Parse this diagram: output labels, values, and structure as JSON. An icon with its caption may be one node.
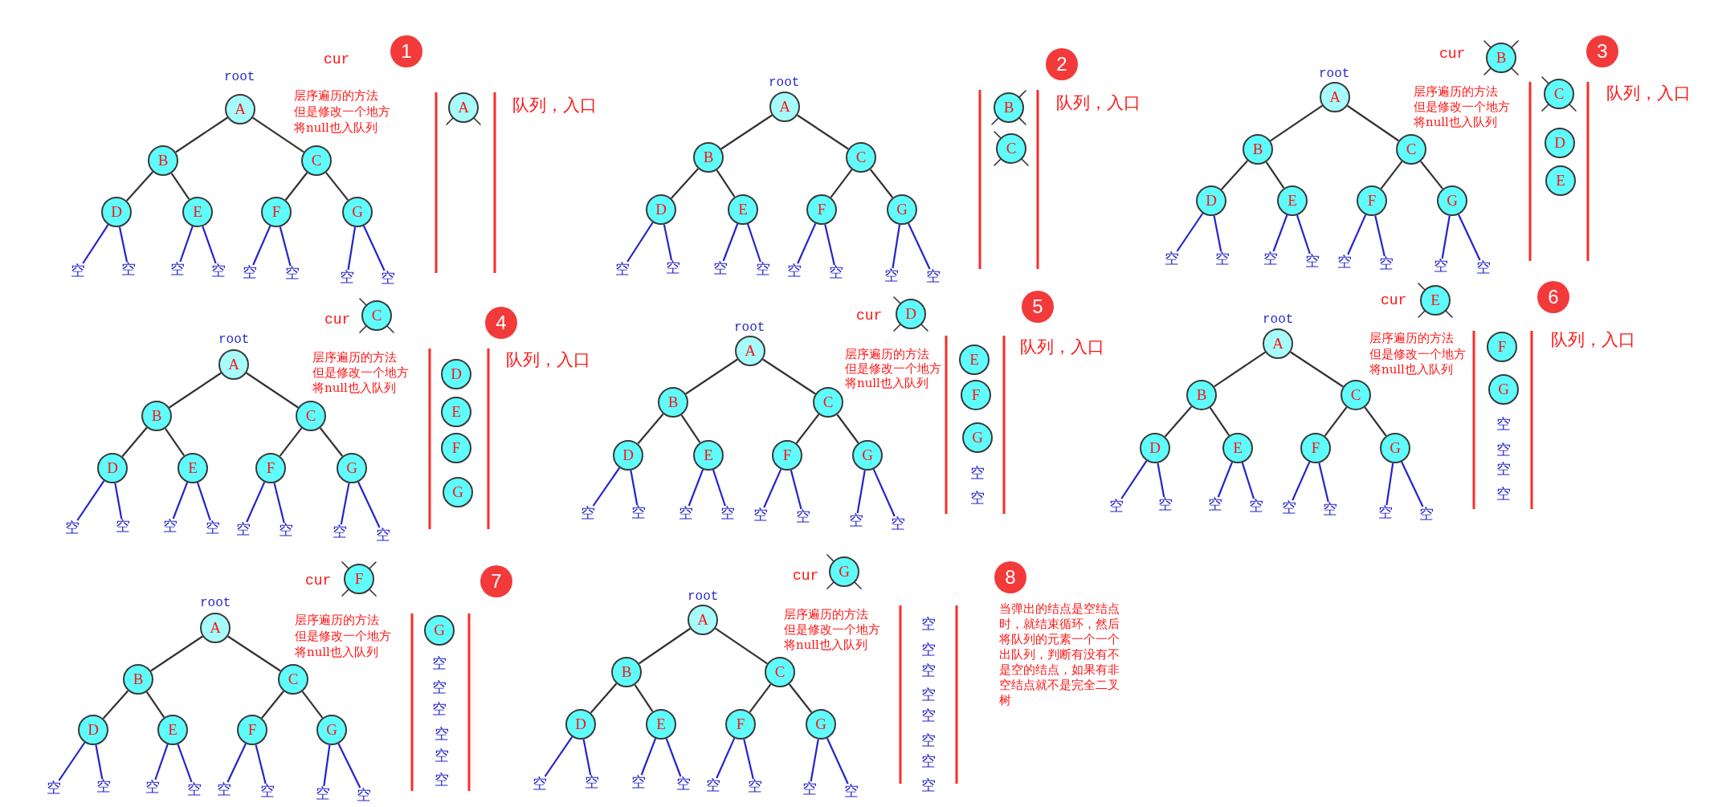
{
  "diagram": {
    "nodes": [
      {
        "text": [
          "1"
        ]
      },
      {
        "text": [
          "A"
        ],
        "beside": [
          "root"
        ]
      },
      {
        "text": [
          "B"
        ]
      },
      {
        "text": [
          "C"
        ]
      },
      {
        "text": [
          "D"
        ]
      },
      {
        "text": [
          "E"
        ]
      },
      {
        "text": [
          "F"
        ]
      },
      {
        "text": [
          "G"
        ]
      },
      {
        "text": [
          "空"
        ]
      },
      {
        "text": [
          "空"
        ]
      },
      {
        "text": [
          "空"
        ]
      },
      {
        "text": [
          "空"
        ]
      },
      {
        "text": [
          "空"
        ]
      },
      {
        "text": [
          "空"
        ]
      },
      {
        "text": [
          "空"
        ]
      },
      {
        "text": [
          "空"
        ]
      },
      {
        "text": [
          "A"
        ]
      },
      {
        "text": [
          "2"
        ]
      },
      {
        "text": [
          "A"
        ],
        "beside": [
          "root"
        ]
      },
      {
        "text": [
          "B"
        ]
      },
      {
        "text": [
          "C"
        ]
      },
      {
        "text": [
          "D"
        ]
      },
      {
        "text": [
          "E"
        ]
      },
      {
        "text": [
          "F"
        ]
      },
      {
        "text": [
          "G"
        ]
      },
      {
        "text": [
          "空"
        ]
      },
      {
        "text": [
          "空"
        ]
      },
      {
        "text": [
          "空"
        ]
      },
      {
        "text": [
          "空"
        ]
      },
      {
        "text": [
          "空"
        ]
      },
      {
        "text": [
          "空"
        ]
      },
      {
        "text": [
          "空"
        ]
      },
      {
        "text": [
          "空"
        ]
      },
      {
        "text": [
          "B"
        ]
      },
      {
        "text": [
          "C"
        ]
      },
      {
        "text": [
          "3"
        ]
      },
      {
        "text": [
          "B"
        ],
        "beside": [
          "cur"
        ]
      },
      {
        "text": [
          "A"
        ],
        "beside": [
          "root"
        ]
      },
      {
        "text": [
          "B"
        ]
      },
      {
        "text": [
          "C"
        ]
      },
      {
        "text": [
          "D"
        ]
      },
      {
        "text": [
          "E"
        ]
      },
      {
        "text": [
          "F"
        ]
      },
      {
        "text": [
          "G"
        ]
      },
      {
        "text": [
          "空"
        ]
      },
      {
        "text": [
          "空"
        ]
      },
      {
        "text": [
          "空"
        ]
      },
      {
        "text": [
          "空"
        ]
      },
      {
        "text": [
          "空"
        ]
      },
      {
        "text": [
          "空"
        ]
      },
      {
        "text": [
          "空"
        ]
      },
      {
        "text": [
          "空"
        ]
      },
      {
        "text": [
          "C"
        ]
      },
      {
        "text": [
          "D"
        ]
      },
      {
        "text": [
          "E"
        ]
      },
      {
        "text": [
          "4"
        ]
      },
      {
        "text": [
          "C"
        ],
        "beside": [
          "cur"
        ]
      },
      {
        "text": [
          "A"
        ],
        "beside": [
          "root"
        ]
      },
      {
        "text": [
          "B"
        ]
      },
      {
        "text": [
          "C"
        ]
      },
      {
        "text": [
          "D"
        ]
      },
      {
        "text": [
          "E"
        ]
      },
      {
        "text": [
          "F"
        ]
      },
      {
        "text": [
          "G"
        ]
      },
      {
        "text": [
          "空"
        ]
      },
      {
        "text": [
          "空"
        ]
      },
      {
        "text": [
          "空"
        ]
      },
      {
        "text": [
          "空"
        ]
      },
      {
        "text": [
          "空"
        ]
      },
      {
        "text": [
          "空"
        ]
      },
      {
        "text": [
          "空"
        ]
      },
      {
        "text": [
          "空"
        ]
      },
      {
        "text": [
          "D"
        ]
      },
      {
        "text": [
          "E"
        ]
      },
      {
        "text": [
          "F"
        ]
      },
      {
        "text": [
          "G"
        ]
      },
      {
        "text": [
          "5"
        ]
      },
      {
        "text": [
          "D"
        ],
        "beside": [
          "cur"
        ]
      },
      {
        "text": [
          "A"
        ],
        "beside": [
          "root"
        ]
      },
      {
        "text": [
          "B"
        ]
      },
      {
        "text": [
          "C"
        ]
      },
      {
        "text": [
          "D"
        ]
      },
      {
        "text": [
          "E"
        ]
      },
      {
        "text": [
          "F"
        ]
      },
      {
        "text": [
          "G"
        ]
      },
      {
        "text": [
          "空"
        ]
      },
      {
        "text": [
          "空"
        ]
      },
      {
        "text": [
          "空"
        ]
      },
      {
        "text": [
          "空"
        ]
      },
      {
        "text": [
          "空"
        ]
      },
      {
        "text": [
          "空"
        ]
      },
      {
        "text": [
          "空"
        ]
      },
      {
        "text": [
          "空"
        ]
      },
      {
        "text": [
          "E"
        ]
      },
      {
        "text": [
          "F"
        ]
      },
      {
        "text": [
          "G"
        ]
      },
      {
        "text": [
          "6"
        ]
      },
      {
        "text": [
          "E"
        ],
        "beside": [
          "cur"
        ]
      },
      {
        "text": [
          "A"
        ],
        "beside": [
          "root"
        ]
      },
      {
        "text": [
          "B"
        ]
      },
      {
        "text": [
          "C"
        ]
      },
      {
        "text": [
          "D"
        ]
      },
      {
        "text": [
          "E"
        ]
      },
      {
        "text": [
          "F"
        ]
      },
      {
        "text": [
          "G"
        ]
      },
      {
        "text": [
          "空"
        ]
      },
      {
        "text": [
          "空"
        ]
      },
      {
        "text": [
          "空"
        ]
      },
      {
        "text": [
          "空"
        ]
      },
      {
        "text": [
          "空"
        ]
      },
      {
        "text": [
          "空"
        ]
      },
      {
        "text": [
          "空"
        ]
      },
      {
        "text": [
          "空"
        ]
      },
      {
        "text": [
          "F"
        ]
      },
      {
        "text": [
          "G"
        ]
      },
      {
        "text": [
          "7"
        ]
      },
      {
        "text": [
          "F"
        ],
        "beside": [
          "cur"
        ]
      },
      {
        "text": [
          "A"
        ],
        "beside": [
          "root"
        ]
      },
      {
        "text": [
          "B"
        ]
      },
      {
        "text": [
          "C"
        ]
      },
      {
        "text": [
          "D"
        ]
      },
      {
        "text": [
          "E"
        ]
      },
      {
        "text": [
          "F"
        ]
      },
      {
        "text": [
          "G"
        ]
      },
      {
        "text": [
          "空"
        ]
      },
      {
        "text": [
          "空"
        ]
      },
      {
        "text": [
          "空"
        ]
      },
      {
        "text": [
          "空"
        ]
      },
      {
        "text": [
          "空"
        ]
      },
      {
        "text": [
          "空"
        ]
      },
      {
        "text": [
          "空"
        ]
      },
      {
        "text": [
          "空"
        ]
      },
      {
        "text": [
          "G"
        ]
      },
      {
        "text": [
          "8"
        ]
      },
      {
        "text": [
          "G"
        ],
        "beside": [
          "cur"
        ]
      },
      {
        "text": [
          "A"
        ],
        "beside": [
          "root"
        ]
      },
      {
        "text": [
          "B"
        ]
      },
      {
        "text": [
          "C"
        ]
      },
      {
        "text": [
          "D"
        ]
      },
      {
        "text": [
          "E"
        ]
      },
      {
        "text": [
          "F"
        ]
      },
      {
        "text": [
          "G"
        ]
      },
      {
        "text": [
          "空"
        ]
      },
      {
        "text": [
          "空"
        ]
      },
      {
        "text": [
          "空"
        ]
      },
      {
        "text": [
          "空"
        ]
      },
      {
        "text": [
          "空"
        ]
      },
      {
        "text": [
          "空"
        ]
      },
      {
        "text": [
          "空"
        ]
      },
      {
        "text": [
          "空"
        ]
      }
    ],
    "edges": [
      {
        "from": 1,
        "to": 2,
        "arrow": "none",
        "color": "#333333"
      },
      {
        "from": 1,
        "to": 3,
        "arrow": "none",
        "color": "#333333"
      },
      {
        "from": 2,
        "to": 4,
        "arrow": "none",
        "color": "#333333"
      },
      {
        "from": 2,
        "to": 5,
        "arrow": "none",
        "color": "#333333"
      },
      {
        "from": 3,
        "to": 6,
        "arrow": "none",
        "color": "#333333"
      },
      {
        "from": 3,
        "to": 7,
        "arrow": "none",
        "color": "#333333"
      },
      {
        "from": 4,
        "to": 8,
        "arrow": "none"
      },
      {
        "from": 4,
        "to": 9,
        "arrow": "none"
      },
      {
        "from": 5,
        "to": 10,
        "arrow": "none"
      },
      {
        "from": 5,
        "to": 11,
        "arrow": "none"
      },
      {
        "from": 6,
        "to": 12,
        "arrow": "none"
      },
      {
        "from": 6,
        "to": 13,
        "arrow": "none"
      },
      {
        "from": 7,
        "to": 14,
        "arrow": "none"
      },
      {
        "from": 7,
        "to": 15,
        "arrow": "none"
      },
      {
        "from": 18,
        "to": 19,
        "arrow": "none",
        "color": "#333333"
      },
      {
        "from": 18,
        "to": 20,
        "arrow": "none",
        "color": "#333333"
      },
      {
        "from": 19,
        "to": 21,
        "arrow": "none",
        "color": "#333333"
      },
      {
        "from": 19,
        "to": 22,
        "arrow": "none",
        "color": "#333333"
      },
      {
        "from": 20,
        "to": 23,
        "arrow": "none",
        "color": "#333333"
      },
      {
        "from": 20,
        "to": 24,
        "arrow": "none",
        "color": "#333333"
      },
      {
        "from": 21,
        "to": 25,
        "arrow": "none"
      },
      {
        "from": 21,
        "to": 26,
        "arrow": "none"
      },
      {
        "from": 22,
        "to": 27,
        "arrow": "none"
      },
      {
        "from": 22,
        "to": 28,
        "arrow": "none"
      },
      {
        "from": 23,
        "to": 29,
        "arrow": "none"
      },
      {
        "from": 23,
        "to": 30,
        "arrow": "none"
      },
      {
        "from": 24,
        "to": 31,
        "arrow": "none"
      },
      {
        "from": 24,
        "to": 32,
        "arrow": "none"
      },
      {
        "from": 37,
        "to": 38,
        "arrow": "none",
        "color": "#333333"
      },
      {
        "from": 37,
        "to": 39,
        "arrow": "none",
        "color": "#333333"
      },
      {
        "from": 38,
        "to": 40,
        "arrow": "none",
        "color": "#333333"
      },
      {
        "from": 38,
        "to": 41,
        "arrow": "none",
        "color": "#333333"
      },
      {
        "from": 39,
        "to": 42,
        "arrow": "none",
        "color": "#333333"
      },
      {
        "from": 39,
        "to": 43,
        "arrow": "none",
        "color": "#333333"
      },
      {
        "from": 40,
        "to": 44,
        "arrow": "none"
      },
      {
        "from": 40,
        "to": 45,
        "arrow": "none"
      },
      {
        "from": 41,
        "to": 46,
        "arrow": "none"
      },
      {
        "from": 41,
        "to": 47,
        "arrow": "none"
      },
      {
        "from": 42,
        "to": 48,
        "arrow": "none"
      },
      {
        "from": 42,
        "to": 49,
        "arrow": "none"
      },
      {
        "from": 43,
        "to": 50,
        "arrow": "none"
      },
      {
        "from": 43,
        "to": 51,
        "arrow": "none"
      },
      {
        "from": 57,
        "to": 58,
        "arrow": "none",
        "color": "#333333"
      },
      {
        "from": 57,
        "to": 59,
        "arrow": "none",
        "color": "#333333"
      },
      {
        "from": 58,
        "to": 60,
        "arrow": "none",
        "color": "#333333"
      },
      {
        "from": 58,
        "to": 61,
        "arrow": "none",
        "color": "#333333"
      },
      {
        "from": 59,
        "to": 62,
        "arrow": "none",
        "color": "#333333"
      },
      {
        "from": 59,
        "to": 63,
        "arrow": "none",
        "color": "#333333"
      },
      {
        "from": 60,
        "to": 64,
        "arrow": "none"
      },
      {
        "from": 60,
        "to": 65,
        "arrow": "none"
      },
      {
        "from": 61,
        "to": 66,
        "arrow": "none"
      },
      {
        "from": 61,
        "to": 67,
        "arrow": "none"
      },
      {
        "from": 62,
        "to": 68,
        "arrow": "none"
      },
      {
        "from": 62,
        "to": 69,
        "arrow": "none"
      },
      {
        "from": 63,
        "to": 70,
        "arrow": "none"
      },
      {
        "from": 63,
        "to": 71,
        "arrow": "none"
      },
      {
        "from": 78,
        "to": 79,
        "arrow": "none",
        "color": "#333333"
      },
      {
        "from": 78,
        "to": 80,
        "arrow": "none",
        "color": "#333333"
      },
      {
        "from": 79,
        "to": 81,
        "arrow": "none",
        "color": "#333333"
      },
      {
        "from": 79,
        "to": 82,
        "arrow": "none",
        "color": "#333333"
      },
      {
        "from": 80,
        "to": 83,
        "arrow": "none",
        "color": "#333333"
      },
      {
        "from": 80,
        "to": 84,
        "arrow": "none",
        "color": "#333333"
      },
      {
        "from": 81,
        "to": 85,
        "arrow": "none"
      },
      {
        "from": 81,
        "to": 86,
        "arrow": "none"
      },
      {
        "from": 82,
        "to": 87,
        "arrow": "none"
      },
      {
        "from": 82,
        "to": 88,
        "arrow": "none"
      },
      {
        "from": 83,
        "to": 89,
        "arrow": "none"
      },
      {
        "from": 83,
        "to": 90,
        "arrow": "none"
      },
      {
        "from": 84,
        "to": 91,
        "arrow": "none"
      },
      {
        "from": 84,
        "to": 92,
        "arrow": "none"
      },
      {
        "from": 98,
        "to": 99,
        "arrow": "none",
        "color": "#333333"
      },
      {
        "from": 98,
        "to": 100,
        "arrow": "none",
        "color": "#333333"
      },
      {
        "from": 99,
        "to": 101,
        "arrow": "none",
        "color": "#333333"
      },
      {
        "from": 99,
        "to": 102,
        "arrow": "none",
        "color": "#333333"
      },
      {
        "from": 100,
        "to": 103,
        "arrow": "none",
        "color": "#333333"
      },
      {
        "from": 100,
        "to": 104,
        "arrow": "none",
        "color": "#333333"
      },
      {
        "from": 101,
        "to": 105,
        "arrow": "none"
      },
      {
        "from": 101,
        "to": 106,
        "arrow": "none"
      },
      {
        "from": 102,
        "to": 107,
        "arrow": "none"
      },
      {
        "from": 102,
        "to": 108,
        "arrow": "none"
      },
      {
        "from": 103,
        "to": 109,
        "arrow": "none"
      },
      {
        "from": 103,
        "to": 110,
        "arrow": "none"
      },
      {
        "from": 104,
        "to": 111,
        "arrow": "none"
      },
      {
        "from": 104,
        "to": 112,
        "arrow": "none"
      },
      {
        "from": 117,
        "to": 118,
        "arrow": "none",
        "color": "#333333"
      },
      {
        "from": 117,
        "to": 119,
        "arrow": "none",
        "color": "#333333"
      },
      {
        "from": 118,
        "to": 120,
        "arrow": "none",
        "color": "#333333"
      },
      {
        "from": 118,
        "to": 121,
        "arrow": "none",
        "color": "#333333"
      },
      {
        "from": 119,
        "to": 122,
        "arrow": "none",
        "color": "#333333"
      },
      {
        "from": 119,
        "to": 123,
        "arrow": "none",
        "color": "#333333"
      },
      {
        "from": 120,
        "to": 124,
        "arrow": "none"
      },
      {
        "from": 120,
        "to": 125,
        "arrow": "none"
      },
      {
        "from": 121,
        "to": 126,
        "arrow": "none"
      },
      {
        "from": 121,
        "to": 127,
        "arrow": "none"
      },
      {
        "from": 122,
        "to": 128,
        "arrow": "none"
      },
      {
        "from": 122,
        "to": 129,
        "arrow": "none"
      },
      {
        "from": 123,
        "to": 130,
        "arrow": "none"
      },
      {
        "from": 123,
        "to": 131,
        "arrow": "none"
      },
      {
        "from": 135,
        "to": 136,
        "arrow": "none",
        "color": "#333333"
      },
      {
        "from": 135,
        "to": 137,
        "arrow": "none",
        "color": "#333333"
      },
      {
        "from": 136,
        "to": 138,
        "arrow": "none",
        "color": "#333333"
      },
      {
        "from": 136,
        "to": 139,
        "arrow": "none",
        "color": "#333333"
      },
      {
        "from": 137,
        "to": 140,
        "arrow": "none",
        "color": "#333333"
      },
      {
        "from": 137,
        "to": 141,
        "arrow": "none",
        "color": "#333333"
      },
      {
        "from": 138,
        "to": 142,
        "arrow": "none"
      },
      {
        "from": 138,
        "to": 143,
        "arrow": "none"
      },
      {
        "from": 139,
        "to": 144,
        "arrow": "none"
      },
      {
        "from": 139,
        "to": 145,
        "arrow": "none"
      },
      {
        "from": 140,
        "to": 146,
        "arrow": "none"
      },
      {
        "from": 140,
        "to": 147,
        "arrow": "none"
      },
      {
        "from": 141,
        "to": 148,
        "arrow": "none"
      },
      {
        "from": 141,
        "to": 149,
        "arrow": "none"
      }
    ],
    "labels": [
      "cur",
      "层序遍历的方法",
      "但是修改一个地方",
      "将null也入队列",
      "队列，入口",
      "队列，入口",
      "层序遍历的方法",
      "但是修改一个地方",
      "将null也入队列",
      "队列，入口",
      "层序遍历的方法",
      "但是修改一个地方",
      "将null也入队列",
      "队列，入口",
      "层序遍历的方法",
      "但是修改一个地方",
      "将null也入队列",
      "队列，入口",
      "空",
      "空",
      "层序遍历的方法",
      "但是修改一个地方",
      "将null也入队列",
      "队列，入口",
      "空",
      "空",
      "空",
      "空",
      "层序遍历的方法",
      "但是修改一个地方",
      "将null也入队列",
      "空",
      "空",
      "空",
      "空",
      "空",
      "空",
      "层序遍历的方法",
      "但是修改一个地方",
      "将null也入队列",
      "空",
      "空",
      "空",
      "空",
      "空",
      "空",
      "空",
      "空",
      "当弹出的结点是空结点时，就结束循环，然后将队列的元素一个一个出队列，判断有没有不是空的结点，如果有非空结点就不是完全二叉树"
    ]
  }
}
